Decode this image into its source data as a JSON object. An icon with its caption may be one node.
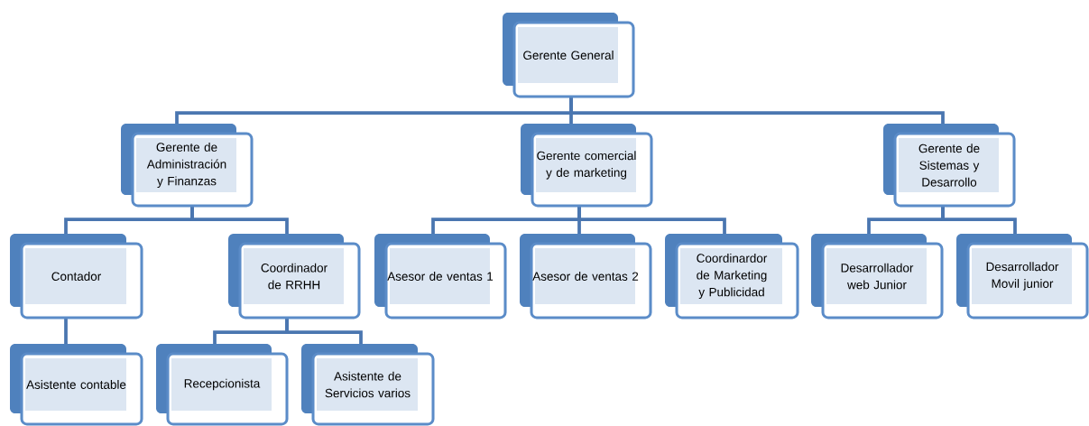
{
  "diagram": {
    "nodes": [
      {
        "text": [
          "Gerente General"
        ]
      },
      {
        "text": [
          "Gerente de Administración y Finanzas"
        ]
      },
      {
        "text": [
          "Gerente comercial y de marketing"
        ]
      },
      {
        "text": [
          "Gerente de Sistemas y Desarrollo"
        ]
      },
      {
        "text": [
          "Contador"
        ]
      },
      {
        "text": [
          "Coordinador de RRHH"
        ]
      },
      {
        "text": [
          "Asesor de ventas 1"
        ]
      },
      {
        "text": [
          "Asesor de ventas 2"
        ]
      },
      {
        "text": [
          "Coordinardor de Marketing y Publicidad"
        ]
      },
      {
        "text": [
          "Desarrollador web Junior"
        ]
      },
      {
        "text": [
          "Desarrollador Movil junior"
        ]
      },
      {
        "text": [
          "Asistente contable"
        ]
      },
      {
        "text": [
          "Recepcionista"
        ]
      },
      {
        "text": [
          "Asistente de Servicios varios"
        ]
      }
    ],
    "edges": [
      {
        "from": 0,
        "to": 1,
        "arrow": "none"
      },
      {
        "from": 0,
        "to": 2,
        "arrow": "none"
      },
      {
        "from": 0,
        "to": 3,
        "arrow": "none"
      },
      {
        "from": 1,
        "to": 4,
        "arrow": "none"
      },
      {
        "from": 1,
        "to": 5,
        "arrow": "none"
      },
      {
        "from": 2,
        "to": 6,
        "arrow": "none"
      },
      {
        "from": 2,
        "to": 7,
        "arrow": "none"
      },
      {
        "from": 2,
        "to": 8,
        "arrow": "none"
      },
      {
        "from": 3,
        "to": 9,
        "arrow": "none"
      },
      {
        "from": 3,
        "to": 10,
        "arrow": "none"
      },
      {
        "from": 4,
        "to": 11,
        "arrow": "none"
      },
      {
        "from": 5,
        "to": 12,
        "arrow": "none"
      },
      {
        "from": 5,
        "to": 13,
        "arrow": "none"
      }
    ]
  }
}
